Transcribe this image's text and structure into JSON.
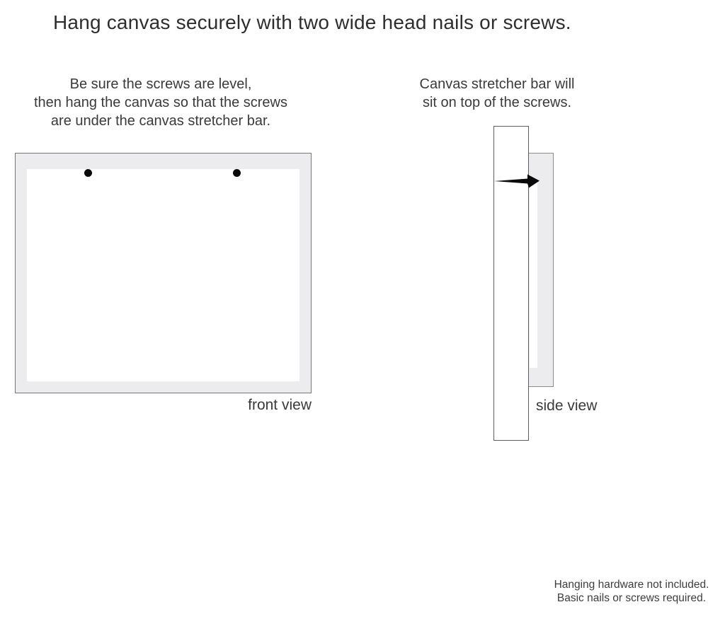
{
  "page": {
    "title": "Hang canvas securely with two wide head nails or screws.",
    "background_color": "#ffffff",
    "text_color": "#3a3a3a"
  },
  "instructions": {
    "left": {
      "lines": [
        "Be sure the screws are level,",
        "then hang the canvas so that the screws",
        "are under the canvas stretcher bar."
      ]
    },
    "right": {
      "lines": [
        "Canvas stretcher bar will",
        "sit on top of the screws."
      ]
    }
  },
  "diagrams": {
    "front_view": {
      "label": "front view",
      "screw_count": 2,
      "frame_fill_color": "#ececee",
      "frame_outline_color": "#75757d",
      "inner_color": "#ffffff",
      "screw_color": "#0a0a0a"
    },
    "side_view": {
      "label": "side view",
      "wall_fill_color": "#ffffff",
      "wall_outline_color": "#5c5c63",
      "canvas_fill_color": "#ececee",
      "canvas_outline_color": "#8b8b92",
      "nail_color": "#0a0a0a"
    }
  },
  "footnote": {
    "lines": [
      "Hanging hardware not included.",
      "Basic nails or screws required."
    ]
  }
}
